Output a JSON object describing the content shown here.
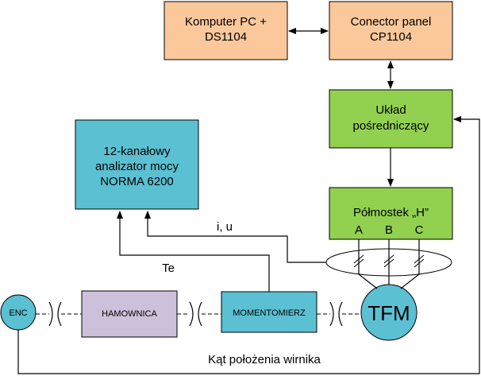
{
  "diagram": {
    "blocks": {
      "pc": {
        "lines": [
          "Komputer PC +",
          "DS1104"
        ],
        "fill": "#fbc89c"
      },
      "connector": {
        "lines": [
          "Conector panel",
          "CP1104"
        ],
        "fill": "#fbc89c"
      },
      "uklad": {
        "lines": [
          "Układ",
          "pośredniczący"
        ],
        "fill": "#92d050"
      },
      "polmostek": {
        "lines": [
          "Półmostek „H”"
        ],
        "fill": "#92d050"
      },
      "analizator": {
        "lines": [
          "12-kanałowy",
          "analizator mocy",
          "NORMA 6200"
        ],
        "fill": "#5bc0d2"
      },
      "hamownica": {
        "lines": [
          "HAMOWNICA"
        ],
        "fill": "#ccc0da"
      },
      "momentomierz": {
        "lines": [
          "MOMENTOMIERZ"
        ],
        "fill": "#5bc0d2"
      }
    },
    "phases": [
      "A",
      "B",
      "C"
    ],
    "circles": {
      "enc": {
        "label": "ENC",
        "fill": "#5bc0d2"
      },
      "tfm": {
        "label": "TFM",
        "fill": "#5bc0d2"
      }
    },
    "labels": {
      "iu": "i, u",
      "te": "Te",
      "kat": "Kąt położenia wirnika"
    },
    "colors": {
      "stroke": "#000000"
    }
  }
}
